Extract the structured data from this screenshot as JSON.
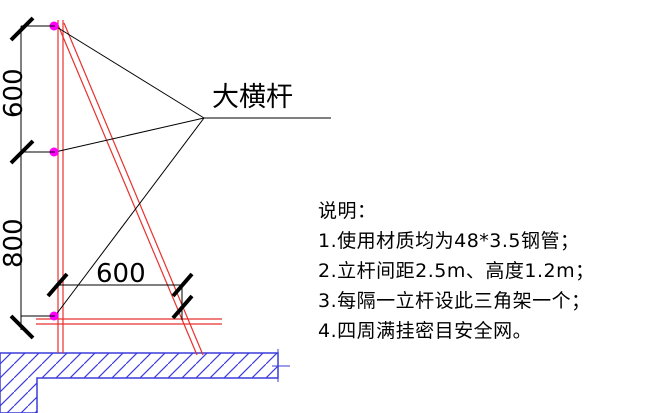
{
  "diagram": {
    "callout_label": "大横杆",
    "dimensions": {
      "upper_vertical": "600",
      "lower_vertical": "800",
      "horizontal": "600"
    }
  },
  "notes": {
    "heading": "说明：",
    "items": [
      "1.使用材质均为48*3.5钢管；",
      "2.立杆间距2.5m、高度1.2m；",
      "3.每隔一立杆设此三角架一个；",
      "4.四周满挂密目安全网。"
    ]
  },
  "colors": {
    "pipe": "#e8312e",
    "node": "#ff00ff",
    "line": "#000000",
    "hatch": "#3b3bdc"
  }
}
